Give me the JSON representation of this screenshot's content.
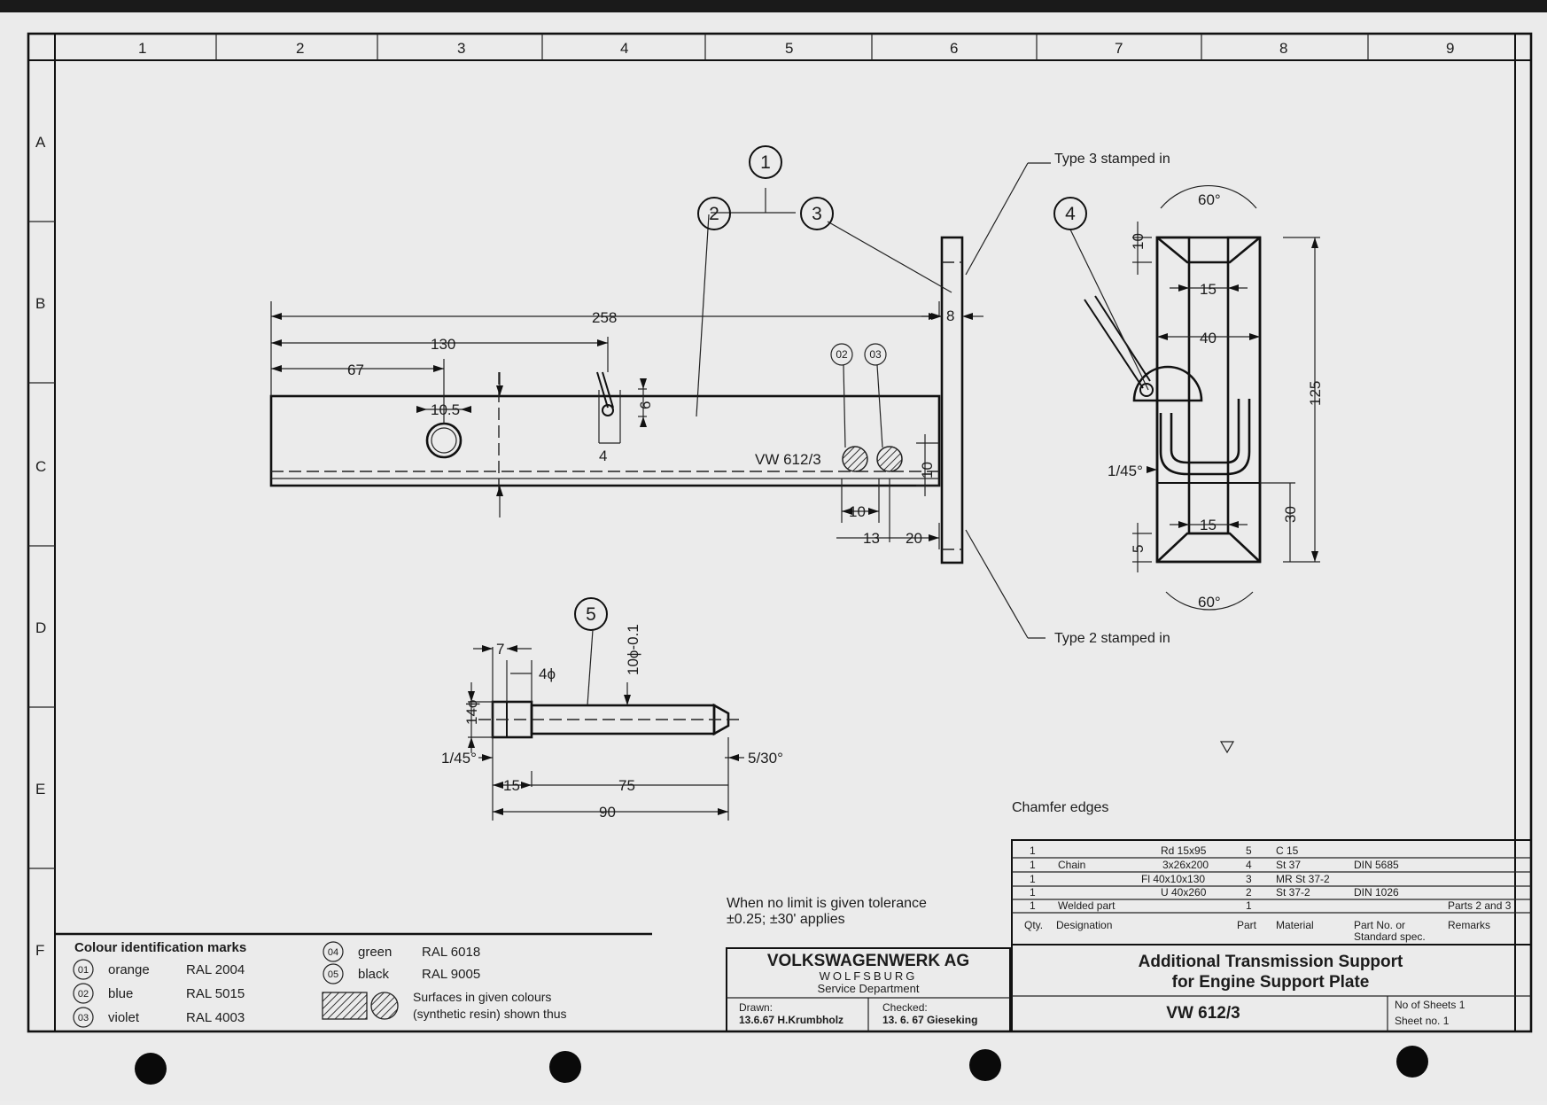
{
  "grid": {
    "columns": [
      "1",
      "2",
      "3",
      "4",
      "5",
      "6",
      "7",
      "8",
      "9"
    ],
    "rows": [
      "A",
      "B",
      "C",
      "D",
      "E",
      "F"
    ]
  },
  "callouts": [
    "1",
    "2",
    "3",
    "4",
    "5"
  ],
  "mark_callouts": [
    "02",
    "03"
  ],
  "notes": {
    "type3": "Type 3 stamped in",
    "type2": "Type 2 stamped in",
    "chamfer": "Chamfer edges",
    "tolerance_line1": "When no limit is given tolerance",
    "tolerance_line2": "±0.25; ±30' applies"
  },
  "part_mark": "VW 612/3",
  "dimensions": {
    "main": [
      "258",
      "130",
      "67",
      "10.5",
      "6",
      "4",
      "8",
      "10",
      "10",
      "13",
      "20"
    ],
    "side": [
      "60°",
      "10",
      "15",
      "40",
      "125",
      "1/45°",
      "15",
      "30",
      "5",
      "60°"
    ],
    "pin": [
      "7",
      "4ϕ",
      "10ϕ-0.1",
      "14ϕ",
      "1/45°",
      "5/30°",
      "15",
      "75",
      "90"
    ]
  },
  "colour_marks": {
    "title": "Colour identification marks",
    "items": [
      {
        "code": "01",
        "name": "orange",
        "ral": "RAL 2004"
      },
      {
        "code": "02",
        "name": "blue",
        "ral": "RAL 5015"
      },
      {
        "code": "03",
        "name": "violet",
        "ral": "RAL 4003"
      },
      {
        "code": "04",
        "name": "green",
        "ral": "RAL 6018"
      },
      {
        "code": "05",
        "name": "black",
        "ral": "RAL 9005"
      }
    ],
    "surfaces_line1": "Surfaces in given colours",
    "surfaces_line2": "(synthetic resin) shown thus"
  },
  "parts_list": {
    "rows": [
      {
        "qty": "1",
        "designation": "",
        "size": "Rd 15x95",
        "part": "5",
        "material": "C 15",
        "spec": "",
        "remarks": ""
      },
      {
        "qty": "1",
        "designation": "Chain",
        "size": "3x26x200",
        "part": "4",
        "material": "St 37",
        "spec": "DIN 5685",
        "remarks": ""
      },
      {
        "qty": "1",
        "designation": "",
        "size": "Fl 40x10x130",
        "part": "3",
        "material": "MR St 37-2",
        "spec": "",
        "remarks": ""
      },
      {
        "qty": "1",
        "designation": "",
        "size": "U 40x260",
        "part": "2",
        "material": "St 37-2",
        "spec": "DIN 1026",
        "remarks": ""
      },
      {
        "qty": "1",
        "designation": "Welded part",
        "size": "",
        "part": "1",
        "material": "",
        "spec": "",
        "remarks": "Parts 2 and 3"
      }
    ],
    "headers": {
      "qty": "Qty.",
      "designation": "Designation",
      "part": "Part",
      "material": "Material",
      "spec1": "Part No. or",
      "spec2": "Standard spec.",
      "remarks": "Remarks"
    }
  },
  "title_block": {
    "company": "VOLKSWAGENWERK AG",
    "city": "WOLFSBURG",
    "department": "Service Department",
    "drawn_label": "Drawn:",
    "drawn": "13.6.67 H.Krumbholz",
    "checked_label": "Checked:",
    "checked": "13. 6. 67 Gieseking",
    "title_line1": "Additional Transmission Support",
    "title_line2": "for Engine Support Plate",
    "number": "VW 612/3",
    "sheets_label": "No of Sheets 1",
    "sheet_no": "Sheet no. 1"
  }
}
